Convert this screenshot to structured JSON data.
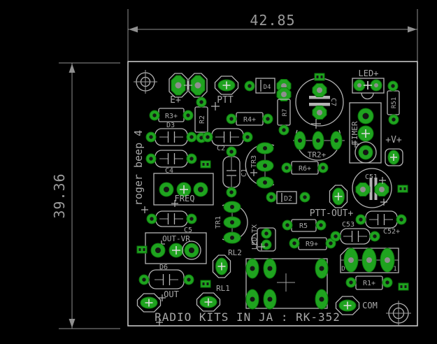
{
  "dimensions": {
    "width_mm": "42.85",
    "height_mm": "39.36"
  },
  "board": {
    "name_vertical": "roger beep 4",
    "footer": "RADIO KITS IN JA : RK-352"
  },
  "connectors": {
    "e": "E+",
    "ptt": "PTT",
    "led": "LED+",
    "vplus": "+V+",
    "ptt_out": "PTT-OUT+",
    "out": "OUT",
    "out_vr": "OUT-VR",
    "freq": "FREQ",
    "timer": "TIMER",
    "com": "COM",
    "rl1": "RL1",
    "rl2": "RL2",
    "led_tx": "LED-TX"
  },
  "refs": {
    "r1": "R1+",
    "r2": "R2",
    "r3": "R3+",
    "r4": "R4+",
    "r5": "R5",
    "r6": "R6+",
    "r7": "R7",
    "r9": "R9+",
    "r51": "R51",
    "c1": "C1",
    "c2": "C2",
    "c4": "C4",
    "c5": "C5",
    "c7": "C7",
    "c51": "C51",
    "c52": "C52+",
    "c53": "C53",
    "d1_a": "D",
    "d1_b": "1",
    "d2": "D2",
    "d3": "D3",
    "d4": "D4",
    "d6": "D6",
    "tr1": "TR1",
    "tr2": "TR2+",
    "tr3": "TR3"
  },
  "colors": {
    "background": "#000000",
    "pad_green": "#1fa31f",
    "silkscreen": "#b4b4b4",
    "board_outline": "#d2d2d2",
    "dimension_gray": "#8f8f8f"
  }
}
